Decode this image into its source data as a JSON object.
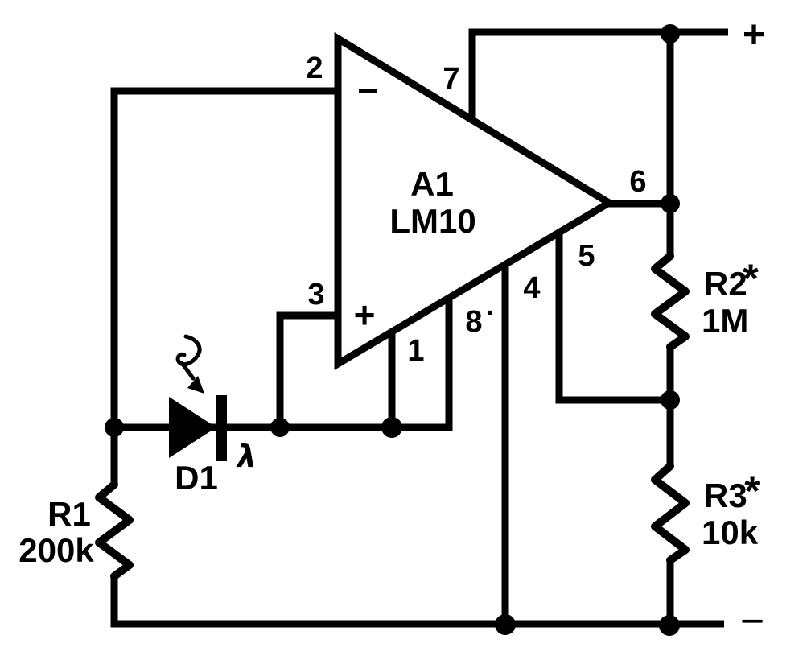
{
  "colors": {
    "ink": "#000000",
    "paper": "#ffffff"
  },
  "terminals": {
    "positive": "+",
    "negative": "−"
  },
  "opamp": {
    "designator": "A1",
    "part": "LM10",
    "inverting_mark": "−",
    "noninverting_mark": "+",
    "pins": {
      "p1": "1",
      "p2": "2",
      "p3": "3",
      "p4": "4",
      "p5": "5",
      "p6": "6",
      "p7": "7",
      "p8": "8",
      "p8_mark": "·"
    }
  },
  "components": {
    "r1": {
      "designator": "R1",
      "value": "200k"
    },
    "r2": {
      "designator": "R2",
      "value": "1M",
      "star": "*"
    },
    "r3": {
      "designator": "R3",
      "value": "10k",
      "star": "*"
    },
    "d1": {
      "designator": "D1",
      "lambda": "λ"
    }
  }
}
